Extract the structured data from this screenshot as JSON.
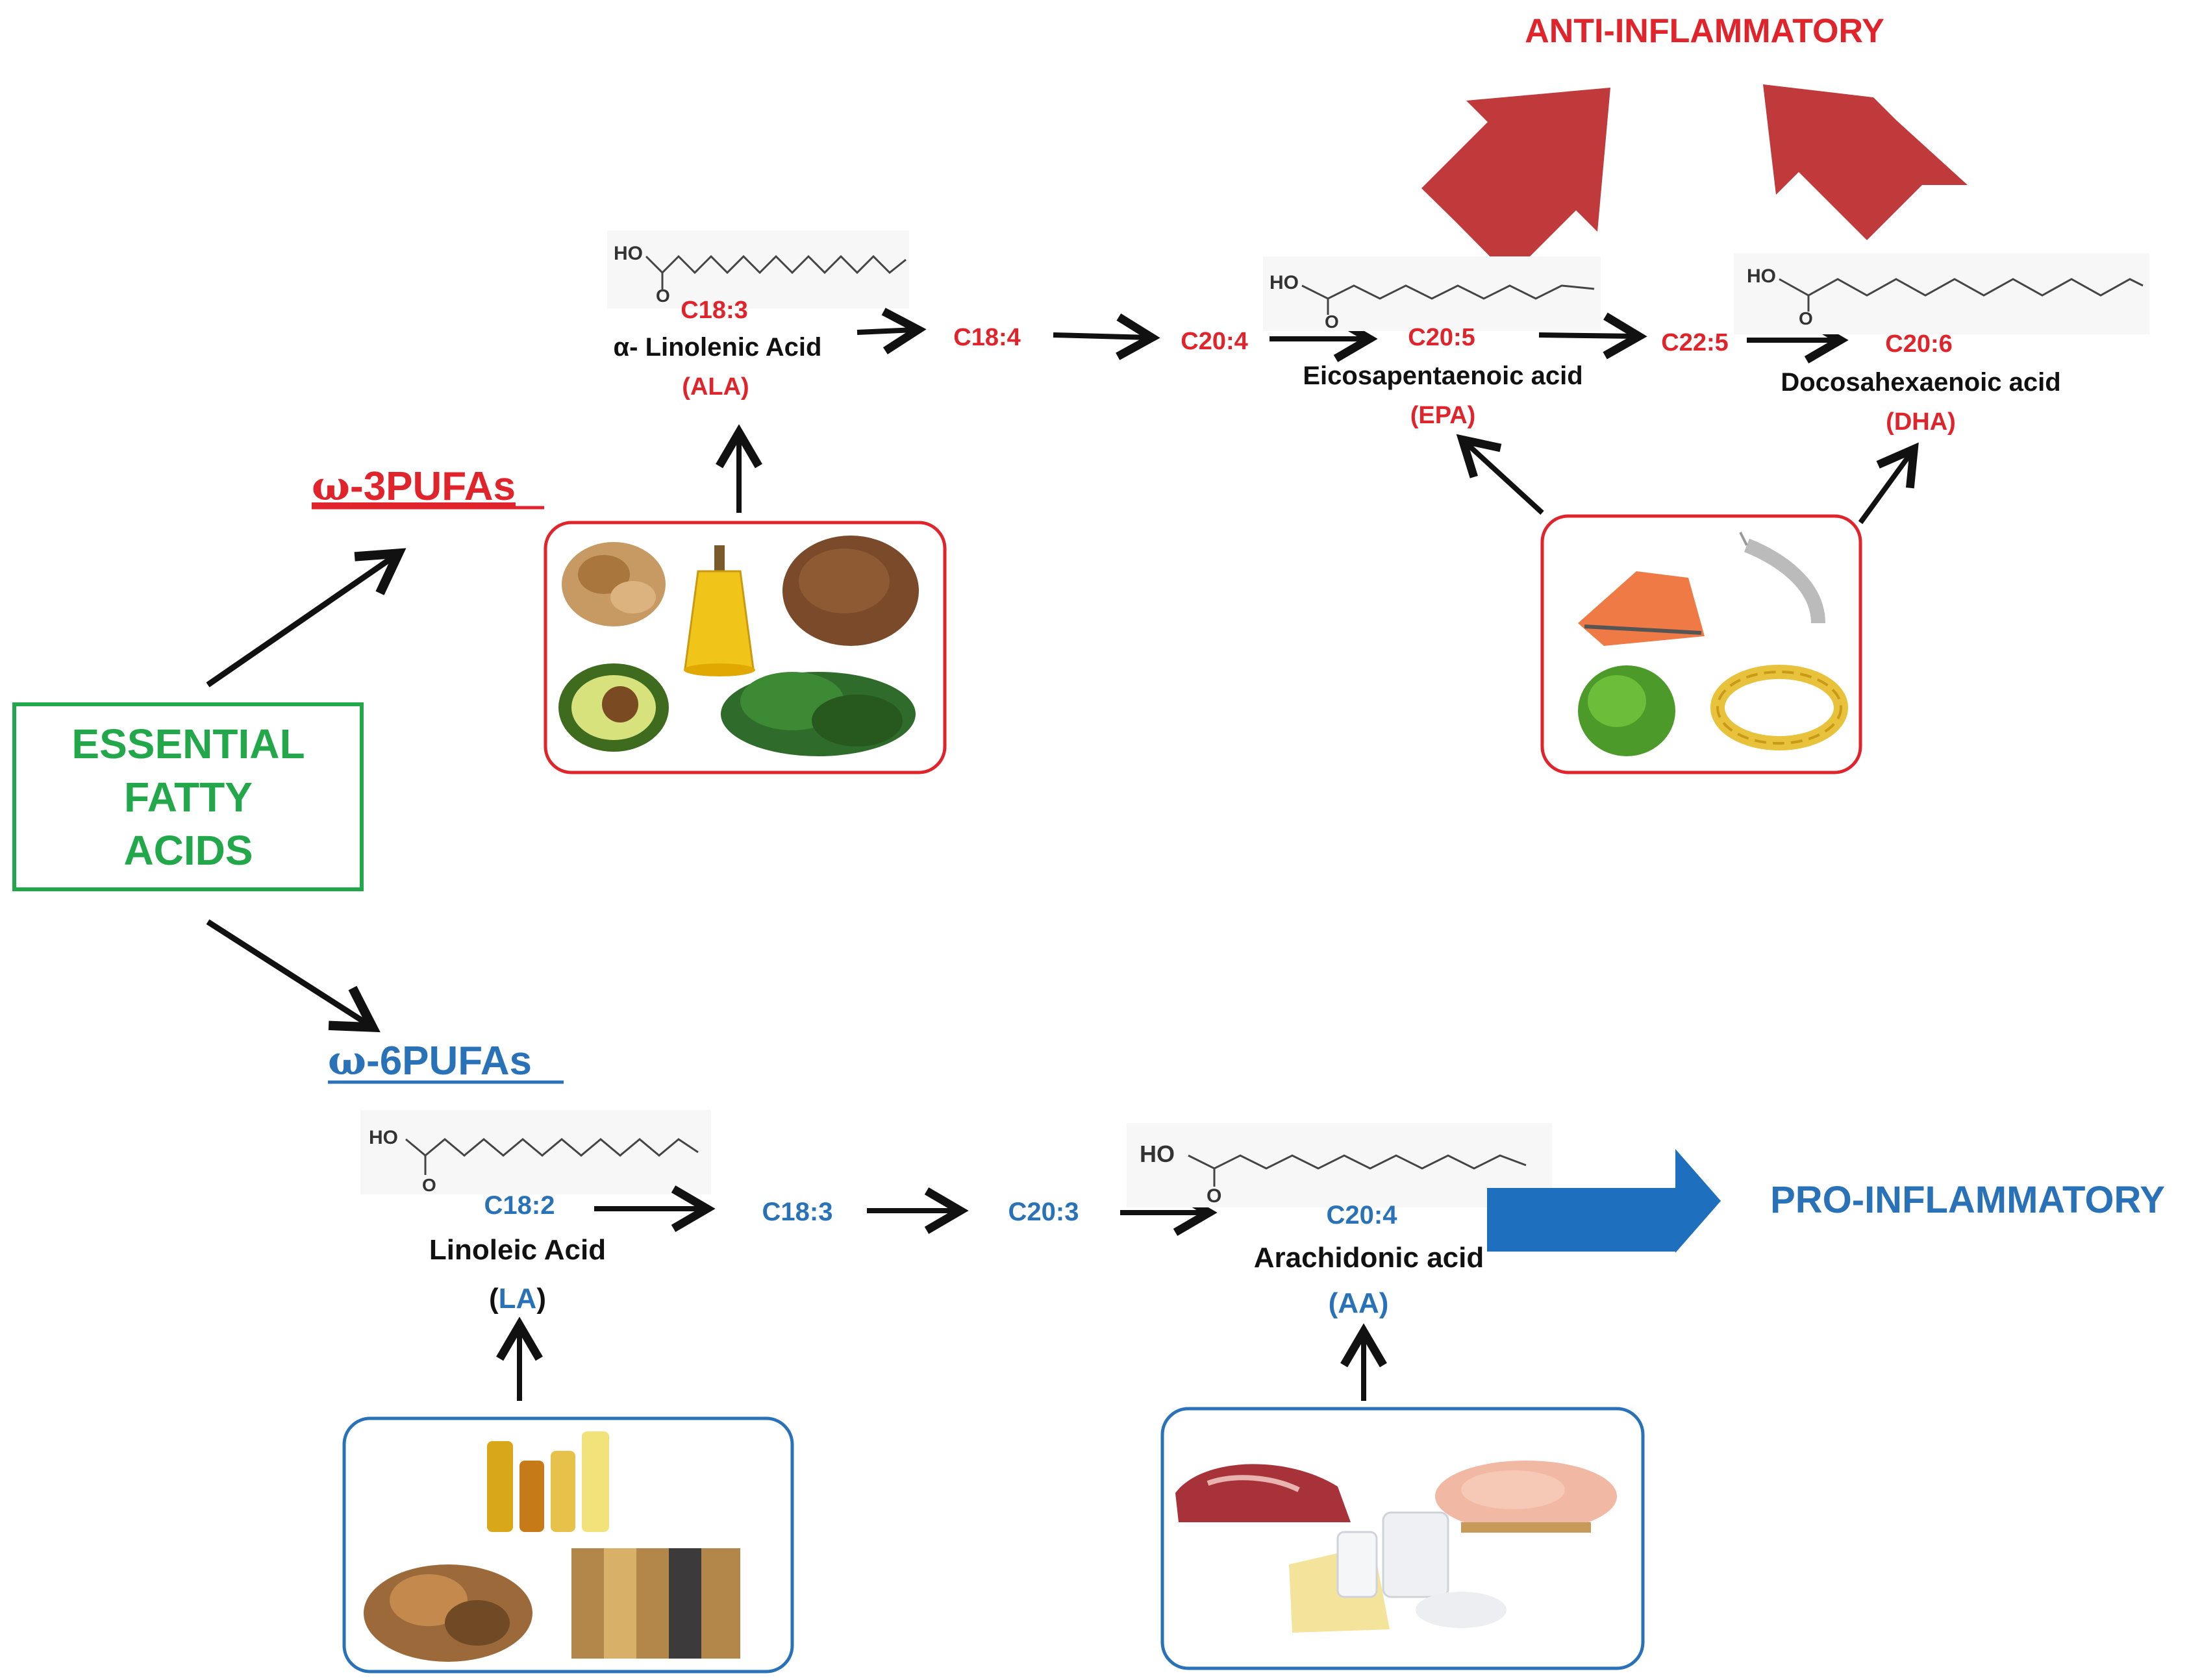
{
  "colors": {
    "omega3": "#e0242b",
    "omega6": "#2a72b8",
    "essential": "#22a84a",
    "black": "#111111",
    "anti_arrow": "#c0393b",
    "pro_arrow": "#1f6fbf"
  },
  "labels": {
    "anti_inflammatory": "ANTI-INFLAMMATORY",
    "pro_inflammatory": "PRO-INFLAMMATORY",
    "essential_fatty_acids": [
      "ESSENTIAL",
      "FATTY",
      "ACIDS"
    ],
    "omega3_prefix": "ω",
    "omega3_rest": "-3PUFAs",
    "omega6_prefix": "ω",
    "omega6_rest": "-6PUFAs"
  },
  "omega3_pathway": {
    "ala": {
      "carbon": "C18:3",
      "name": "α- Linolenic Acid",
      "abbr": "(ALA)",
      "structure_label": "HO",
      "structure_o": "O"
    },
    "step1": "C18:4",
    "step2": "C20:4",
    "epa": {
      "carbon": "C20:5",
      "name": "Eicosapentaenoic acid",
      "abbr": "(EPA)",
      "structure_label": "HO",
      "structure_o": "O"
    },
    "step3": "C22:5",
    "dha": {
      "carbon": "C20:6",
      "name": "Docosahexaenoic acid",
      "abbr": "(DHA)",
      "structure_label": "HO",
      "structure_o": "O"
    }
  },
  "omega6_pathway": {
    "la": {
      "carbon": "C18:2",
      "name": "Linoleic Acid",
      "abbr_open": "(",
      "abbr": "LA",
      "abbr_close": ")",
      "structure_label": "HO",
      "structure_o": "O"
    },
    "step1": "C18:3",
    "step2": "C20:3",
    "aa": {
      "carbon": "C20:4",
      "name": "Arachidonic acid",
      "abbr": "(AA)",
      "structure_label": "HO",
      "structure_o": "O"
    }
  },
  "food_sources": {
    "ala_foods": [
      "walnut-image",
      "oil-bottle-image",
      "flaxseed-image",
      "avocado-image",
      "kale-image"
    ],
    "epa_dha_foods": [
      "salmon-image",
      "krill-image",
      "seaweed-image",
      "fish-oil-capsules-image"
    ],
    "la_foods": [
      "vegetable-oils-image",
      "mixed-nuts-image",
      "grains-seeds-image"
    ],
    "aa_foods": [
      "red-meat-image",
      "chicken-breast-image",
      "dairy-image"
    ]
  }
}
